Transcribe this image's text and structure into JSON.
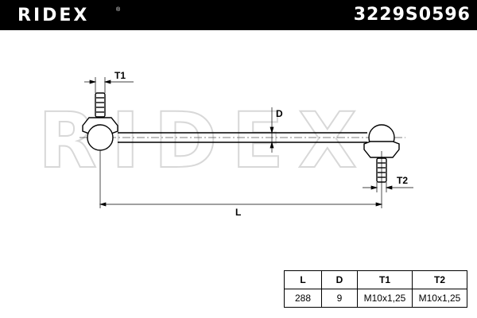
{
  "header": {
    "brand": "RIDEX",
    "brand_mark": "®",
    "part_number": "3229S0596"
  },
  "drawing": {
    "watermark": "RIDEX",
    "dimensions": {
      "t1": "T1",
      "d": "D",
      "t2": "T2",
      "l": "L"
    }
  },
  "spec_table": {
    "headers": [
      "L",
      "D",
      "T1",
      "T2"
    ],
    "values": [
      "288",
      "9",
      "M10x1,25",
      "M10x1,25"
    ]
  },
  "colors": {
    "header_bg": "#000000",
    "line": "#000000",
    "watermark": "#d8d8d8"
  }
}
